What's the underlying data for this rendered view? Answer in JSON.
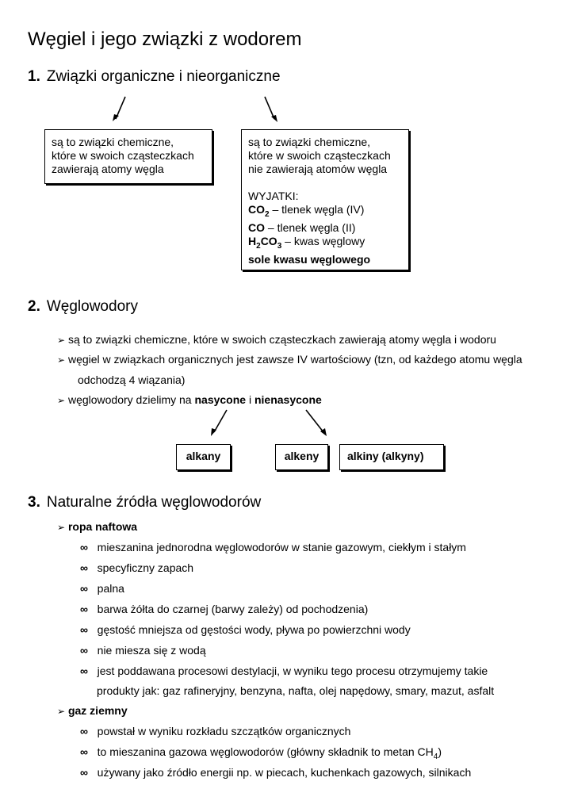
{
  "title": "Węgiel i jego związki z wodorem",
  "section1": {
    "number": "1.",
    "heading": "Związki organiczne i nieorganiczne",
    "left_box": [
      "są to związki chemiczne,",
      "które w swoich cząsteczkach",
      "zawierają atomy węgla"
    ],
    "right_box": {
      "lines": [
        "są to związki chemiczne,",
        "które w swoich cząsteczkach",
        "nie zawierają atomów węgla"
      ],
      "exceptions_label": "WYJATKI:",
      "co2_prefix": "CO",
      "co2_sub": "2",
      "co2_text": " – tlenek węgla (IV)",
      "co_prefix": "CO",
      "co_text": " – tlenek węgla (II)",
      "h2co3_h": "H",
      "h2co3_sub1": "2",
      "h2co3_c": "CO",
      "h2co3_sub2": "3",
      "h2co3_text": " – kwas węglowy",
      "last": "sole kwasu węglowego"
    }
  },
  "section2": {
    "number": "2.",
    "heading": "Węglowodory",
    "bullet1": "są to związki chemiczne, które w swoich cząsteczkach zawierają atomy węgla i wodoru",
    "bullet2_line1": "węgiel w związkach organicznych jest zawsze IV wartościowy (tzn, od każdego atomu węgla",
    "bullet2_line2": "odchodzą 4 wiązania)",
    "bullet3_prefix": "węglowodory dzielimy na ",
    "bullet3_bold1": "nasycone",
    "bullet3_mid": " i ",
    "bullet3_bold2": "nienasycone",
    "boxes": [
      "alkany",
      "alkeny",
      "alkiny (alkyny)"
    ]
  },
  "section3": {
    "number": "3.",
    "heading": "Naturalne źródła węglowodorów",
    "ropa_label": "ropa naftowa",
    "ropa_items": [
      "mieszanina jednorodna węglowodorów w stanie gazowym, ciekłym i stałym",
      "specyficzny zapach",
      "palna",
      "barwa żółta do czarnej (barwy zależy) od pochodzenia)",
      "gęstość mniejsza od gęstości wody, pływa po powierzchni wody",
      "nie miesza się z wodą",
      "jest poddawana procesowi destylacji, w wyniku tego procesu otrzymujemy takie"
    ],
    "ropa_item7_line2": "produkty jak: gaz rafineryjny, benzyna, nafta, olej napędowy, smary, mazut, asfalt",
    "gaz_label": "gaz ziemny",
    "gaz_item1": "powstał w wyniku rozkładu szczątków organicznych",
    "gaz_item2_prefix": "to mieszanina gazowa węglowodorów (główny składnik to metan CH",
    "gaz_item2_sub": "4",
    "gaz_item2_suffix": ")",
    "gaz_item3": "używany jako źródło energii np. w piecach, kuchenkach gazowych, silnikach"
  },
  "icons": {
    "arrow_bullet": "➢",
    "infinity_bullet": "∞"
  }
}
